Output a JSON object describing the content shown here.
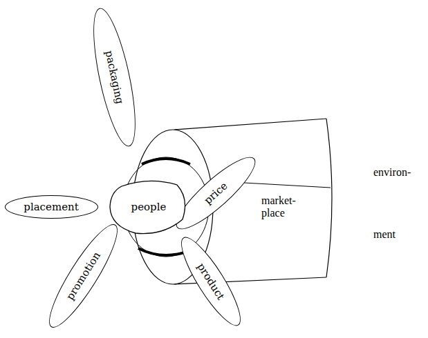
{
  "diagram": {
    "nodes": [
      {
        "text": [
          "market- place"
        ]
      },
      {
        "text": [
          "packaging"
        ]
      },
      {
        "text": [
          "price"
        ]
      },
      {
        "text": [
          "placement"
        ]
      },
      {
        "text": [
          "promotion"
        ]
      },
      {
        "text": [
          "product"
        ]
      },
      {
        "text": [
          "people"
        ]
      }
    ],
    "labels": [
      "environ- ment"
    ]
  }
}
